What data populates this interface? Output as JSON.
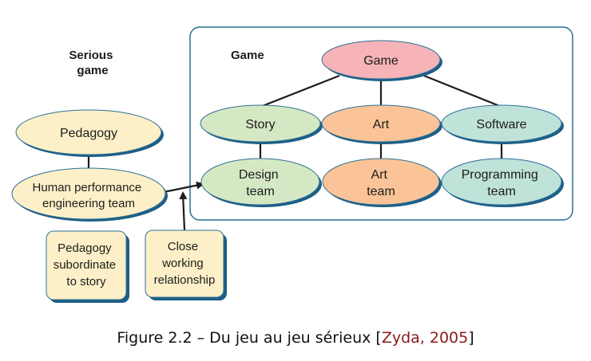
{
  "diagram": {
    "serious_game_title": [
      "Serious",
      "game"
    ],
    "game_title": "Game",
    "nodes": {
      "pedagogy": [
        "Pedagogy"
      ],
      "hpe_team": [
        "Human performance",
        "engineering team"
      ],
      "game": [
        "Game"
      ],
      "story": [
        "Story"
      ],
      "art": [
        "Art"
      ],
      "software": [
        "Software"
      ],
      "design_team": [
        "Design",
        "team"
      ],
      "art_team": [
        "Art",
        "team"
      ],
      "programming_team": [
        "Programming",
        "team"
      ]
    },
    "notes": {
      "pedagogy_subordinate": [
        "Pedagogy",
        "subordinate",
        "to story"
      ],
      "close_working": [
        "Close",
        "working",
        "relationship"
      ]
    }
  },
  "colors": {
    "cream": "#fdf0c8",
    "pink": "#f6b3b8",
    "green": "#d5e8c4",
    "orange": "#fbc498",
    "teal": "#bfe2d9",
    "outline": "#2c6e96",
    "shadow": "#1d5f86",
    "frame": "#2c6e96"
  },
  "caption": {
    "text": "Figure 2.2 – Du jeu au jeu sérieux [",
    "citation": "Zyda, 2005",
    "end": "]"
  }
}
